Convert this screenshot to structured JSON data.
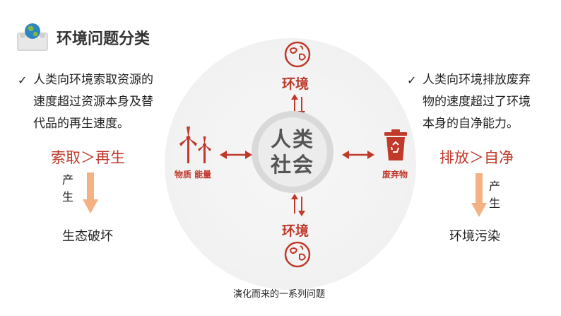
{
  "title": "环境问题分类",
  "center": {
    "line1": "人类",
    "line2": "社会"
  },
  "left": {
    "check": "✓",
    "lines": [
      "人类向环境索取资源的",
      "速度超过资源本身及替",
      "代品的再生速度。"
    ],
    "relation": "索取＞再生",
    "produce": [
      "产",
      "生"
    ],
    "result": "生态破坏"
  },
  "right": {
    "check": "✓",
    "lines": [
      "人类向环境排放废弃",
      "物的速度超过了环境",
      "本身的自净能力。"
    ],
    "relation": "排放＞自净",
    "produce": [
      "产",
      "生"
    ],
    "result": "环境污染"
  },
  "nodes": {
    "top": "环境",
    "bottom": "环境",
    "left": "物质 能量",
    "right": "废弃物"
  },
  "caption": "演化而来的一系列问题",
  "colors": {
    "accent": "#c0392b",
    "arrow_orange": "#f4b183"
  },
  "icons": [
    "globe-icon",
    "wind-turbine-icon",
    "recycle-bin-icon",
    "double-arrow-icon",
    "cycle-arrows-icon",
    "down-arrow-icon",
    "checkmark-icon"
  ]
}
